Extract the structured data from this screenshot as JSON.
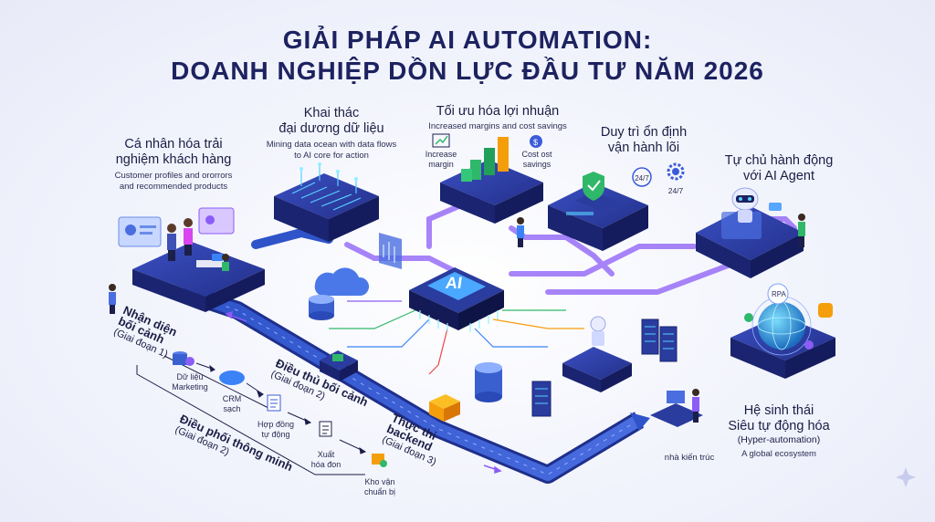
{
  "title": {
    "line1": "GIẢI PHÁP AI AUTOMATION:",
    "line2": "DOANH NGHIỆP DỒN LỰC ĐẦU TƯ NĂM 2026"
  },
  "sections": {
    "personalization": {
      "heading_1": "Cá nhân hóa trải",
      "heading_2": "nghiệm khách hàng",
      "sub_1": "Customer profiles and ororrors",
      "sub_2": "and recommended products"
    },
    "data_ocean": {
      "heading_1": "Khai thác",
      "heading_2": "đại dương dữ liệu",
      "sub_1": "Mining data ocean with data flows",
      "sub_2": "to AI core for action"
    },
    "profit": {
      "heading": "Tối ưu hóa lợi nhuận",
      "sub": "Increased margins and cost savings",
      "increase_1": "Increase",
      "increase_2": "margin",
      "cost_1": "Cost ost",
      "cost_2": "savings"
    },
    "stability": {
      "heading_1": "Duy trì ổn định",
      "heading_2": "vận hành lõi",
      "badge_1": "24/7",
      "badge_2": "24/7"
    },
    "agent": {
      "heading_1": "Tự chủ hành động",
      "heading_2": "với AI Agent"
    },
    "ecosystem": {
      "heading_1": "Hệ sinh thái",
      "heading_2": "Siêu tự động hóa",
      "heading_3": "(Hyper-automation)",
      "sub": "A global ecosystem",
      "rpa": "RPA"
    },
    "architect": "nhà kiến trúc",
    "ai_core": "AI"
  },
  "stages": {
    "s1_title_1": "Nhận diện",
    "s1_title_2": "bối cảnh",
    "s1_sub": "(Giai đoạn 1)",
    "s2_title": "Điều thủ bối cảnh",
    "s2_sub": "(Giai đoạn 2)",
    "s3_title_1": "Thực thi",
    "s3_title_2": "backend",
    "s3_sub": "(Giai đoạn 3)",
    "s4_title": "Điều phối thông minh",
    "s4_sub": "(Giai đoạn 2)"
  },
  "flow_steps": [
    {
      "l1": "Dữ liệu",
      "l2": "Marketing"
    },
    {
      "l1": "CRM",
      "l2": "sạch"
    },
    {
      "l1": "Hợp đồng",
      "l2": "tự động"
    },
    {
      "l1": "Xuất",
      "l2": "hóa đon"
    },
    {
      "l1": "Kho vận",
      "l2": "chuẩn bị"
    }
  ],
  "colors": {
    "platform_top": "#2a3c9e",
    "platform_side": "#1a2470",
    "conveyor": "#2f53c9",
    "accent_green": "#2fb86a",
    "accent_purple": "#8b5cf6",
    "accent_orange": "#f59e0b"
  }
}
